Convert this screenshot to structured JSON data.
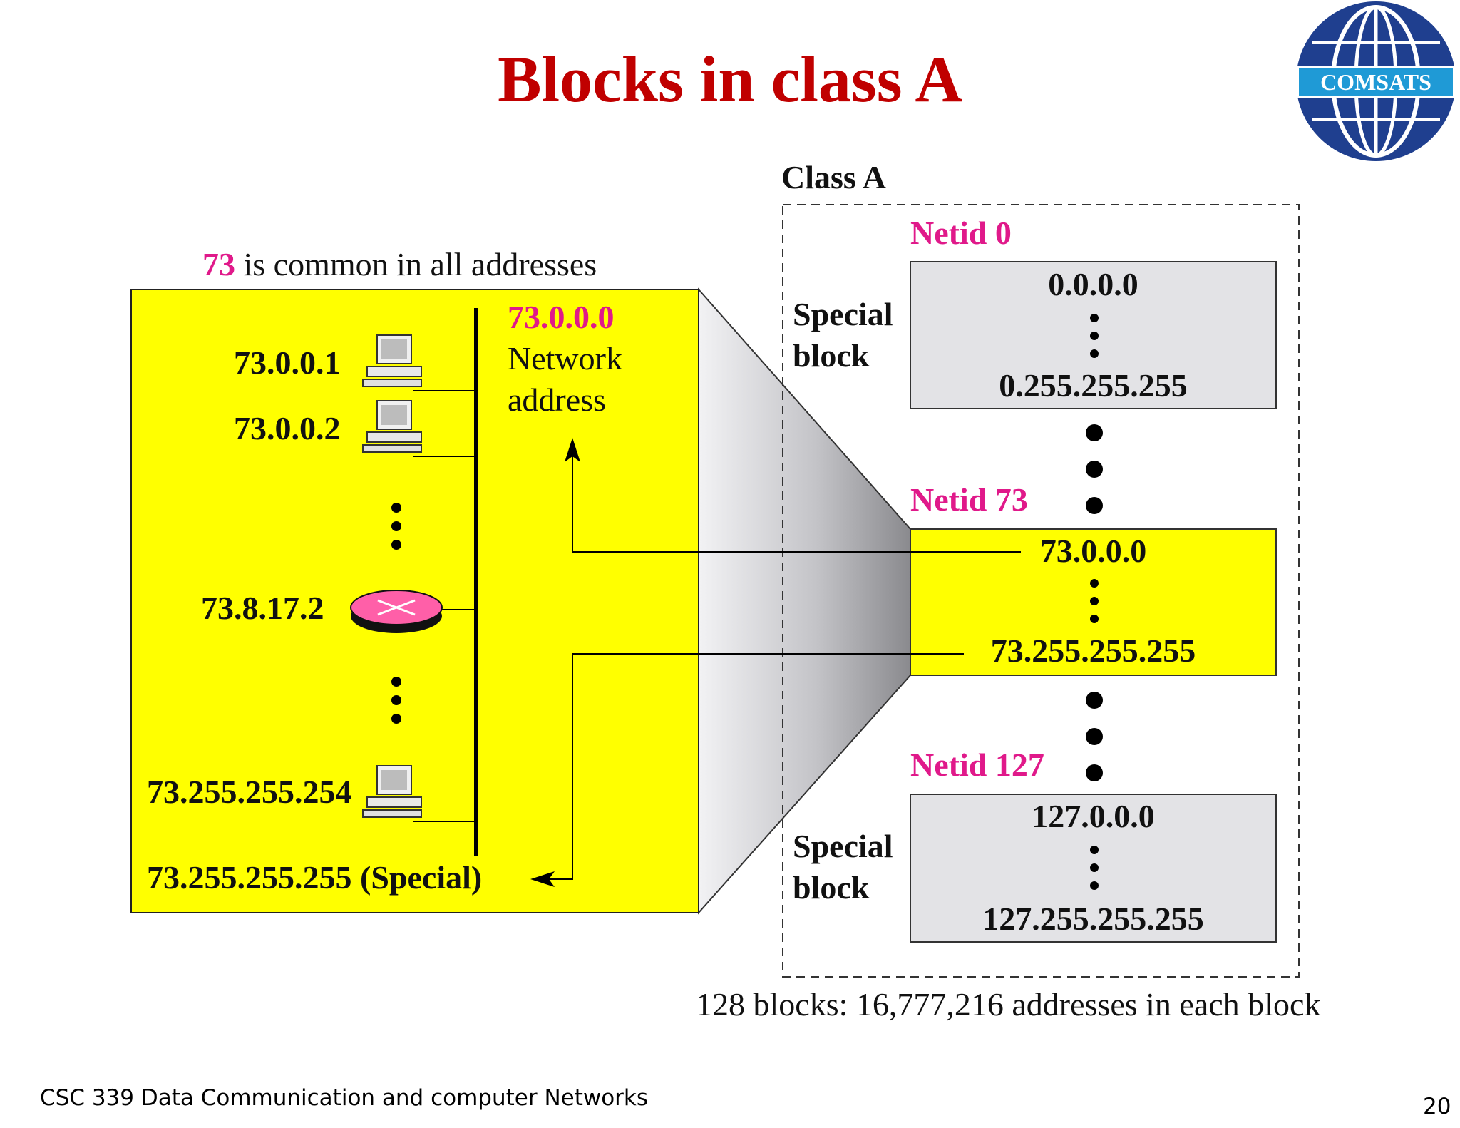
{
  "slide": {
    "title": "Blocks in class A",
    "logo_text": "COMSATS",
    "footer_left": "CSC 339 Data Communication and computer Networks",
    "page_number": "20"
  },
  "left": {
    "caption_prefix": "73",
    "caption_rest": " is common in all addresses",
    "hosts": [
      "73.0.0.1",
      "73.0.0.2",
      "73.255.255.254"
    ],
    "router": "73.8.17.2",
    "network_address_value": "73.0.0.0",
    "network_address_line1": "Network",
    "network_address_line2": "address",
    "broadcast": "73.255.255.255 (Special)"
  },
  "right": {
    "class_label": "Class A",
    "netid_0": "Netid 0",
    "netid_73": "Netid 73",
    "netid_127": "Netid 127",
    "special_line1": "Special",
    "special_line2": "block",
    "block0_start": "0.0.0.0",
    "block0_end": "0.255.255.255",
    "block73_start": "73.0.0.0",
    "block73_end": "73.255.255.255",
    "block127_start": "127.0.0.0",
    "block127_end": "127.255.255.255",
    "summary": "128 blocks: 16,777,216 addresses in each block"
  },
  "colors": {
    "title": "#c00000",
    "yellow": "#ffff00",
    "magenta": "#e0198a",
    "gray_block": "#e3e3e6",
    "logo_blue": "#1f3f8f"
  }
}
